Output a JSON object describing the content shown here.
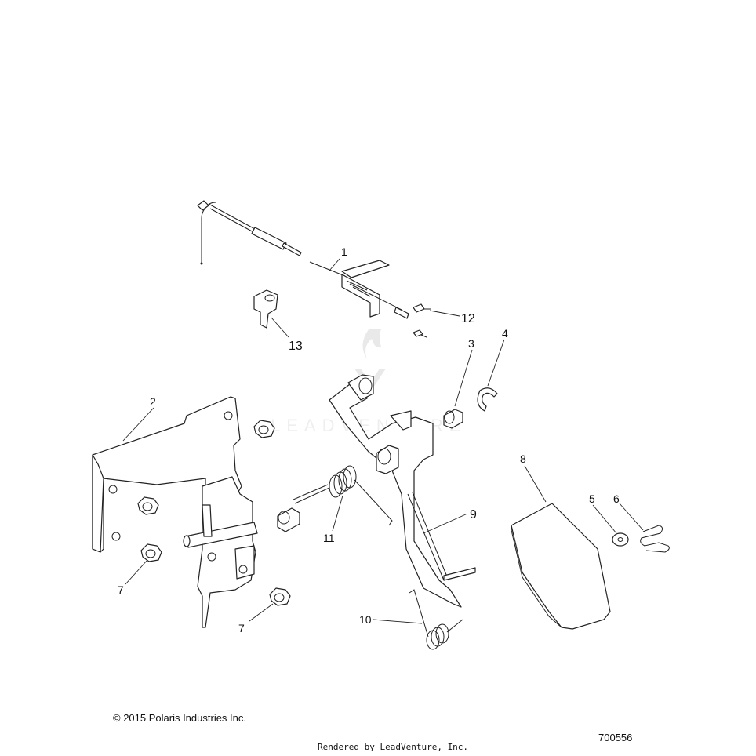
{
  "diagram": {
    "callouts": [
      {
        "id": "1",
        "text": "1"
      },
      {
        "id": "2",
        "text": "2"
      },
      {
        "id": "3",
        "text": "3"
      },
      {
        "id": "4",
        "text": "4"
      },
      {
        "id": "5",
        "text": "5"
      },
      {
        "id": "6",
        "text": "6"
      },
      {
        "id": "7a",
        "text": "7"
      },
      {
        "id": "7b",
        "text": "7"
      },
      {
        "id": "8",
        "text": "8"
      },
      {
        "id": "9",
        "text": "9"
      },
      {
        "id": "10",
        "text": "10"
      },
      {
        "id": "11",
        "text": "11"
      },
      {
        "id": "12",
        "text": "12"
      },
      {
        "id": "13",
        "text": "13"
      }
    ],
    "watermark_text": "LEADVENTURE"
  },
  "footer": {
    "copyright": "© 2015 Polaris Industries Inc.",
    "rendered_by": "Rendered by LeadVenture, Inc.",
    "diagram_id": "700556"
  }
}
